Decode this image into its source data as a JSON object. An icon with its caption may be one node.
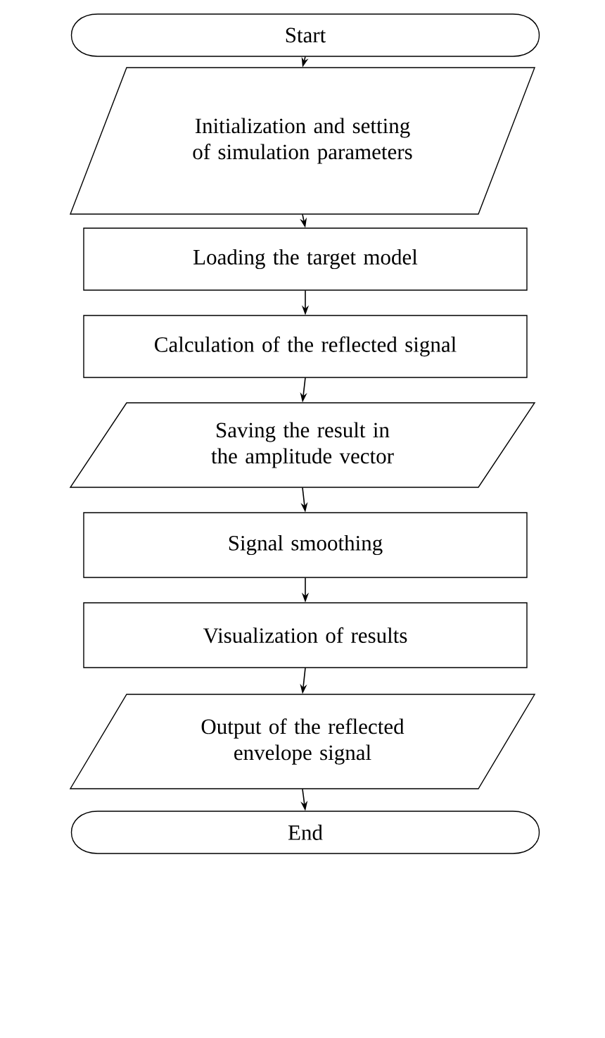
{
  "diagram": {
    "nodes": [
      {
        "text": [
          "Start"
        ]
      },
      {
        "text": [
          "Initialization and setting of simulation parameters"
        ]
      },
      {
        "text": [
          "Loading the target model"
        ]
      },
      {
        "text": [
          "Calculation of the reflected signal"
        ]
      },
      {
        "text": [
          "Saving the result in the amplitude vector"
        ]
      },
      {
        "text": [
          "Signal smoothing"
        ]
      },
      {
        "text": [
          "Visualization of results"
        ]
      },
      {
        "text": [
          "Output of the reflected envelope signal"
        ]
      },
      {
        "text": [
          "End"
        ]
      }
    ],
    "edges": [
      {
        "from": 0,
        "to": 1,
        "arrow": "to"
      },
      {
        "from": 1,
        "to": 2,
        "arrow": "to"
      },
      {
        "from": 2,
        "to": 3,
        "arrow": "to"
      },
      {
        "from": 3,
        "to": 4,
        "arrow": "to"
      },
      {
        "from": 4,
        "to": 5,
        "arrow": "to"
      },
      {
        "from": 5,
        "to": 6,
        "arrow": "to"
      },
      {
        "from": 6,
        "to": 7,
        "arrow": "to"
      },
      {
        "from": 7,
        "to": 8,
        "arrow": "to"
      }
    ]
  }
}
